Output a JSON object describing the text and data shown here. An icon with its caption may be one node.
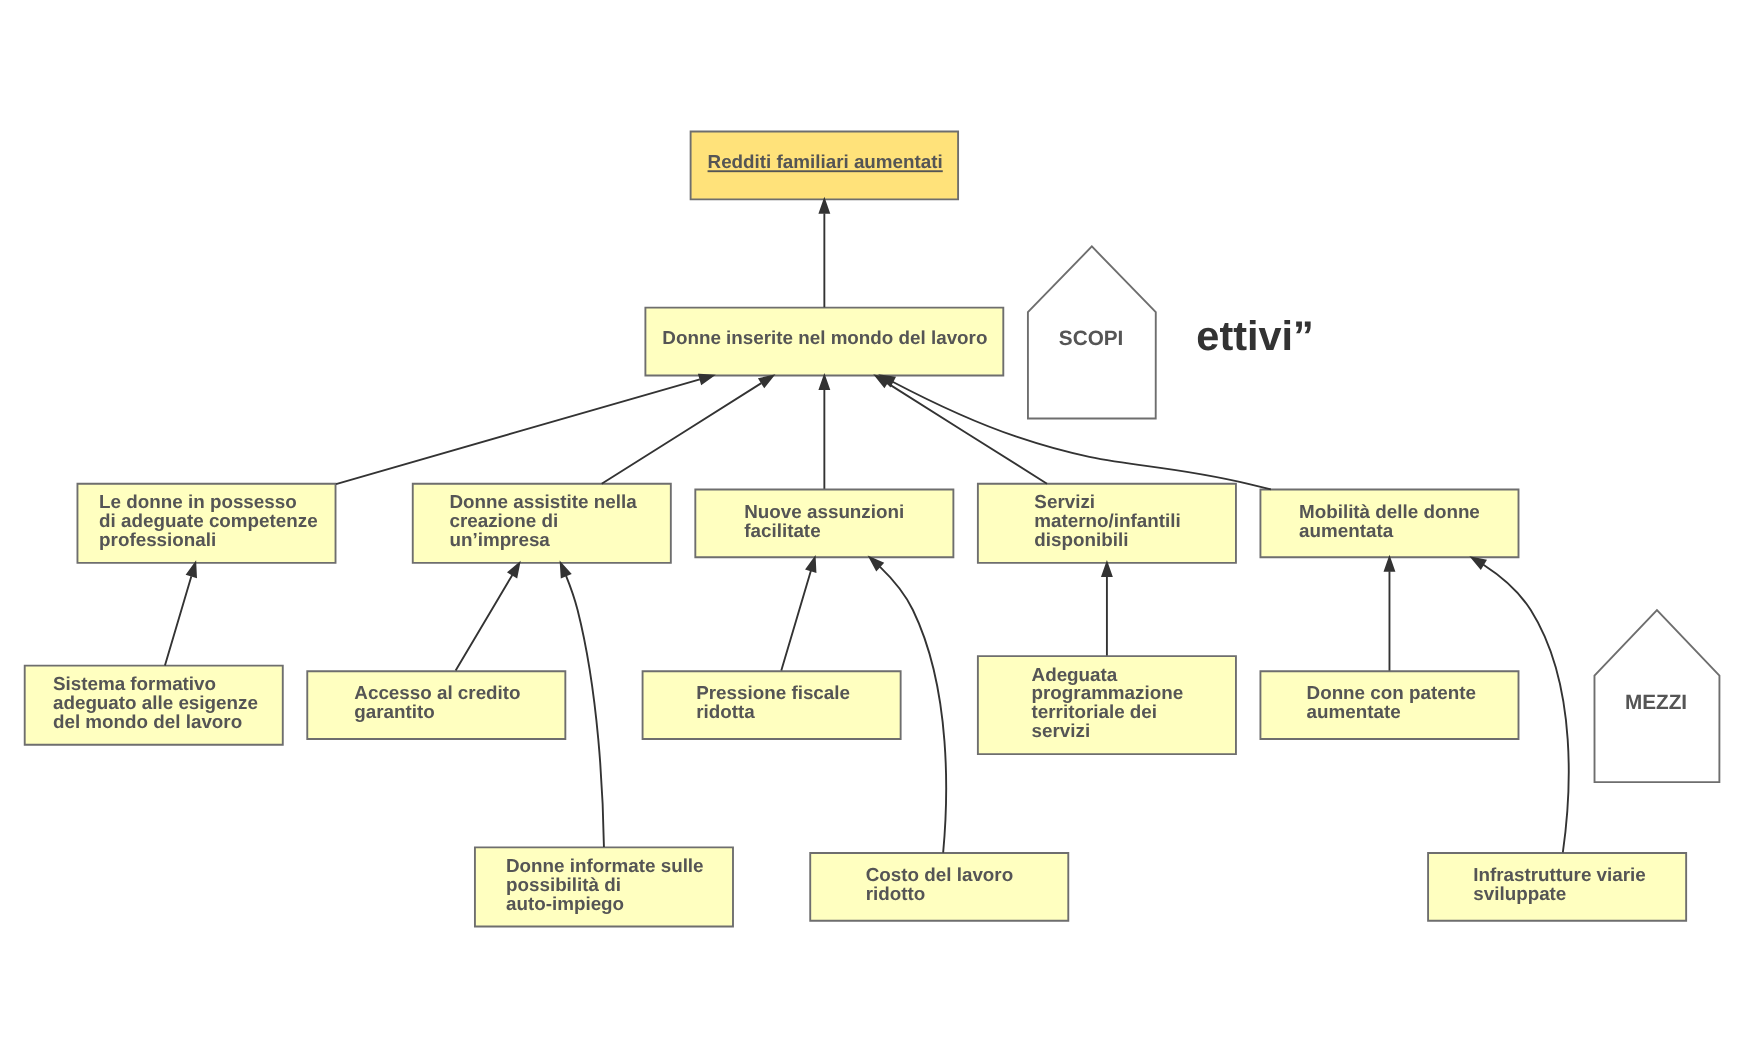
{
  "diagram": {
    "nodes": [
      {
        "text": [
          "Redditi familiari aumentati"
        ]
      },
      {
        "text": [
          "Donne inserite nel mondo del lavoro"
        ]
      },
      {
        "text": [
          "Le donne in possesso di adeguate competenze professionali"
        ]
      },
      {
        "text": [
          "Donne assistite nella creazione di un’impresa"
        ]
      },
      {
        "text": [
          "Nuove assunzioni facilitate"
        ]
      },
      {
        "text": [
          "Servizi materno/infantili disponibili"
        ]
      },
      {
        "text": [
          "Mobilità delle donne aumentata"
        ]
      },
      {
        "text": [
          "Sistema formativo adeguato alle esigenze del mondo del lavoro"
        ]
      },
      {
        "text": [
          "Accesso al credito garantito"
        ]
      },
      {
        "text": [
          "Donne informate sulle possibilità di auto-impiego"
        ]
      },
      {
        "text": [
          "Pressione fiscale ridotta"
        ]
      },
      {
        "text": [
          "Costo del lavoro ridotto"
        ]
      },
      {
        "text": [
          "Adeguata programmazione territoriale dei servizi"
        ]
      },
      {
        "text": [
          "Donne con patente aumentate"
        ]
      },
      {
        "text": [
          "Infrastrutture viarie sviluppate"
        ]
      },
      {
        "text": [
          "SCOPI"
        ]
      },
      {
        "text": [
          "MEZZI"
        ]
      }
    ],
    "edges": [
      {
        "from": 1,
        "to": 0,
        "arrow": "to"
      },
      {
        "from": 2,
        "to": 1,
        "arrow": "to"
      },
      {
        "from": 3,
        "to": 1,
        "arrow": "to"
      },
      {
        "from": 4,
        "to": 1,
        "arrow": "to"
      },
      {
        "from": 5,
        "to": 1,
        "arrow": "to"
      },
      {
        "from": 6,
        "to": 1,
        "arrow": "to"
      },
      {
        "from": 7,
        "to": 2,
        "arrow": "to"
      },
      {
        "from": 8,
        "to": 3,
        "arrow": "to"
      },
      {
        "from": 9,
        "to": 3,
        "arrow": "to"
      },
      {
        "from": 10,
        "to": 4,
        "arrow": "to"
      },
      {
        "from": 11,
        "to": 4,
        "arrow": "to"
      },
      {
        "from": 12,
        "to": 5,
        "arrow": "to"
      },
      {
        "from": 13,
        "to": 6,
        "arrow": "to"
      },
      {
        "from": 14,
        "to": 6,
        "arrow": "to"
      }
    ],
    "labels": [
      "ettivi”"
    ]
  }
}
